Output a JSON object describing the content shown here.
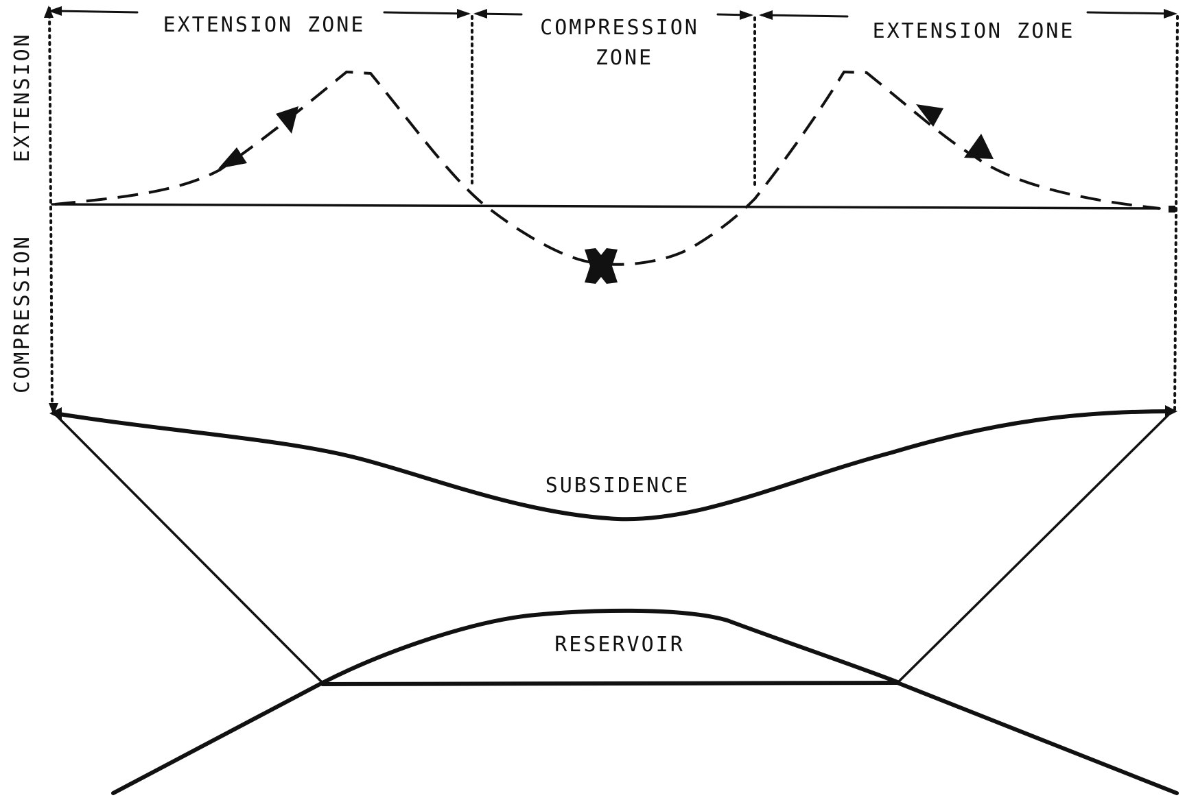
{
  "labels": {
    "extension_zone_left": "EXTENSION ZONE",
    "compression_zone_line1": "COMPRESSION",
    "compression_zone_line2": "ZONE",
    "extension_zone_right": "EXTENSION ZONE",
    "axis_extension": "EXTENSION",
    "axis_compression": "COMPRESSION",
    "subsidence": "SUBSIDENCE",
    "reservoir": "RESERVOIR"
  },
  "colors": {
    "ink": "#111111",
    "background": "#ffffff"
  }
}
